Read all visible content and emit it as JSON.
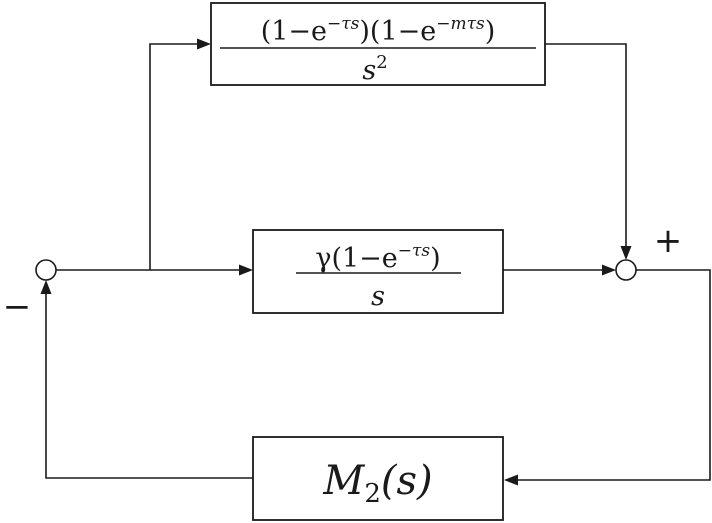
{
  "diagram": {
    "blocks": {
      "top": {
        "numerator": "(1−e^{−τs})(1−e^{−mτs})",
        "num_parts": [
          "(1−e",
          "−τs",
          ")(1−e",
          "−mτs",
          ")"
        ],
        "denominator": "s²",
        "den_base": "s",
        "den_exp": "2"
      },
      "middle": {
        "numerator": "γ(1−e^{−τs})",
        "num_parts": [
          "γ(1−e",
          "−τs",
          ")"
        ],
        "denominator": "s"
      },
      "feedback": {
        "label": "M₂(s)",
        "parts": [
          "M",
          "2",
          "(s)"
        ]
      }
    },
    "signs": {
      "summer_right": "+",
      "summer_left": "−"
    }
  }
}
